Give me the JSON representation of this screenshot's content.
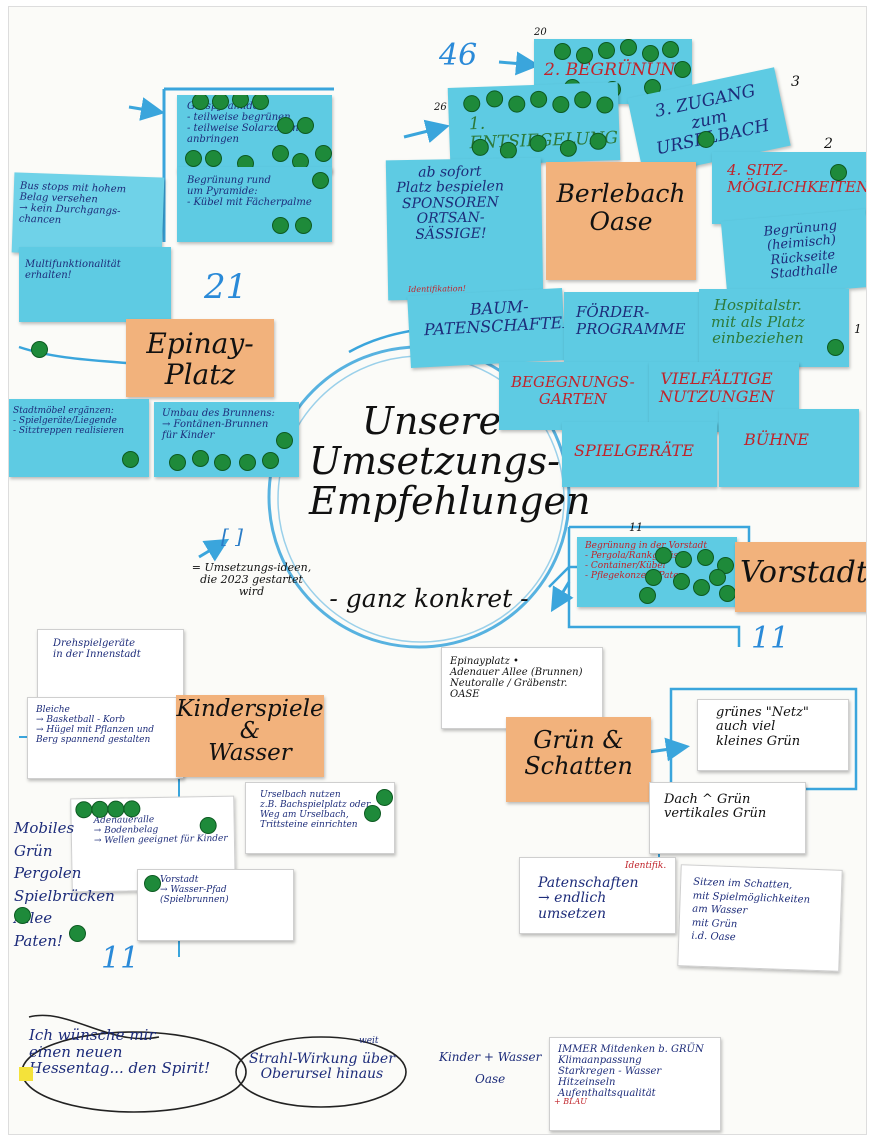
{
  "center": {
    "title": "Unsere\nUmsetzungs-\nEmpfehlungen",
    "subtitle": "- ganz konkret -"
  },
  "legend": {
    "bracket": "[ ]",
    "text": "= Umsetzungs-ideen,\ndie 2023 gestartet\nwird"
  },
  "epinay": {
    "label": "Epinay-\nPlatz",
    "count": "21",
    "notes": {
      "a": "Graspyramide:\n- teilweise begrünen\n- teilweise Solarzonen\n  anbringen",
      "b": "Begrünung rund\num Pyramide:\n- Kübel mit Fächerpalme",
      "c": "Bus stops mit hohem\nBelag versehen\n→ kein Durchgangs-\nchancen",
      "d": "Multifunktionalität\nerhalten!",
      "e": "Stadtmöbel ergänzen:\n- Spielgeräte/Liegende\n- Sitztreppen realisieren",
      "f": "Umbau des Brunnens:\n→ Fontänen-Brunnen\nfür Kinder"
    }
  },
  "berlebach": {
    "label": "Berlebach\nOase",
    "count_top": "46",
    "n20": "20",
    "n26": "26",
    "n3": "3",
    "n2": "2",
    "n1": "1",
    "notes": {
      "entsiegelung": "1. ENTSIEGELUNG",
      "begruenung": "2. BEGRÜNUNG",
      "zugang": "3. ZUGANG\nzum\nURSELBACH",
      "sitz": "4. SITZ-\nMÖGLICHKEITEN",
      "rueckseite": "Begrünung (heimisch)\nRückseite\nStadthalle",
      "sponsoren": "ab sofort\nPlatz bespielen\nSPONSOREN\nORTSAN-\nSÄSSIGE!",
      "ident": "Identifikation!",
      "baum": "BAUM-\nPATENSCHAFTEN",
      "foerder": "FÖRDER-\nPROGRAMME",
      "hospital": "Hospitalstr.\nmit als Platz\neinbeziehen",
      "begegnung": "BEGEGNUNGS-\nGARTEN",
      "vielfaeltig": "VIELFÄLTIGE\nNUTZUNGEN",
      "spielgeraete": "SPIELGERÄTE",
      "buehne": "BÜHNE"
    }
  },
  "vorstadt": {
    "label": "Vorstadt",
    "n11": "11",
    "count": "11",
    "note": "Begrünung in der Vorstadt\n- Pergola/Rankgerüste\n- Container/Kübel\n- Pflegekonzept/Paten"
  },
  "kinder": {
    "label": "Kinderspiele\n&\nWasser",
    "count": "11",
    "notes": {
      "a": "Drehspielgeräte\nin der Innenstadt",
      "b": "Bleiche\n→ Basketball - Korb\n→ Hügel mit Pflanzen und\nBerg spannend gestalten",
      "c": "Adenaueralle\n→ Bodenbelag\n→ Wellen geeignet für Kinder",
      "d": "Urselbach nutzen\nz.B. Bachspielplatz oder\nWeg am Urselbach,\nTrittsteine einrichten",
      "e": "Vorstadt\n→ Wasser-Pfad\n(Spielbrunnen)",
      "f": "Mobiles\nGrün\nPergolen\nSpielbrücken\nAllee\nPaten!"
    }
  },
  "gruen": {
    "label": "Grün &\nSchatten",
    "notes": {
      "orte": "Epinayplatz •\nAdenauer Allee (Brunnen)\nNeutoralle / Gräbenstr.\nOASE",
      "netz": "grünes \"Netz\"\nauch viel\nkleines Grün",
      "dach": "Dach ^ Grün\nvertikales Grün",
      "paten": "Patenschaften\n→ endlich\numsetzen",
      "paten_red": "Identifik.",
      "sitzen": "Sitzen im Schatten,\nmit Spielmöglichkeiten\nam Wasser\nmit Grün\ni.d. Oase"
    }
  },
  "bottom": {
    "wunsch": "Ich wünsche mir\neinen neuen\nHessentag... den Spirit!",
    "strahl": "Strahl-Wirkung über\nOberursel hinaus",
    "strahl_small": "weit",
    "kinder": "Kinder + Wasser\nOase",
    "immer": "IMMER Mitdenken b. GRÜN\nKlimaanpassung\nStarkregen - Wasser\nHitzeinseln\nAufenthaltsqualität",
    "immer_side": "+ BLAU"
  }
}
